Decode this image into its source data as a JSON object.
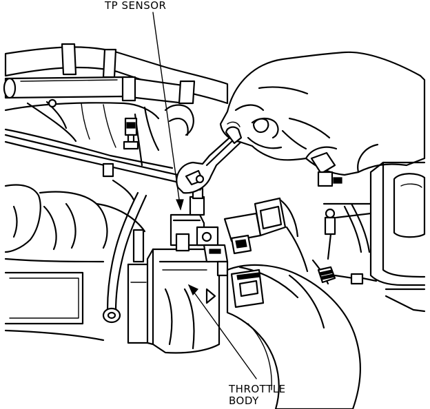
{
  "labels": {
    "tp_sensor": "TP SENSOR",
    "throttle_body_line1": "THROTTLE",
    "throttle_body_line2": "BODY"
  },
  "colors": {
    "ink": "#000000",
    "paper": "#ffffff"
  }
}
